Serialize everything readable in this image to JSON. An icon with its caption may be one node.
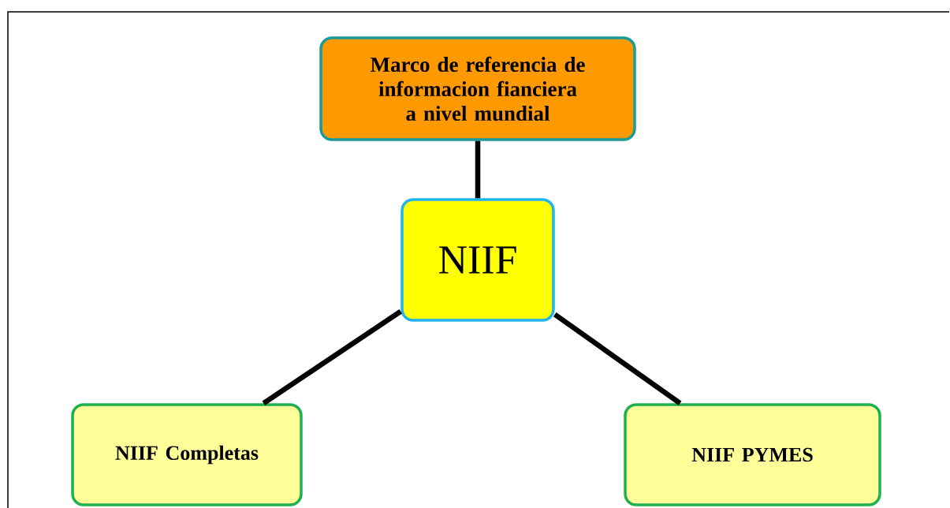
{
  "diagram": {
    "nodes": [
      {
        "text": [
          "Marco de referencia de informacion fianciera a nivel mundial"
        ]
      },
      {
        "text": [
          "NIIF"
        ]
      },
      {
        "text": [
          "NIIF Completas"
        ]
      },
      {
        "text": [
          "NIIF PYMES"
        ]
      }
    ],
    "edges": [
      {
        "from": 0,
        "to": 1,
        "arrow": "none"
      },
      {
        "from": 1,
        "to": 2,
        "arrow": "none"
      },
      {
        "from": 1,
        "to": 3,
        "arrow": "none"
      }
    ]
  }
}
